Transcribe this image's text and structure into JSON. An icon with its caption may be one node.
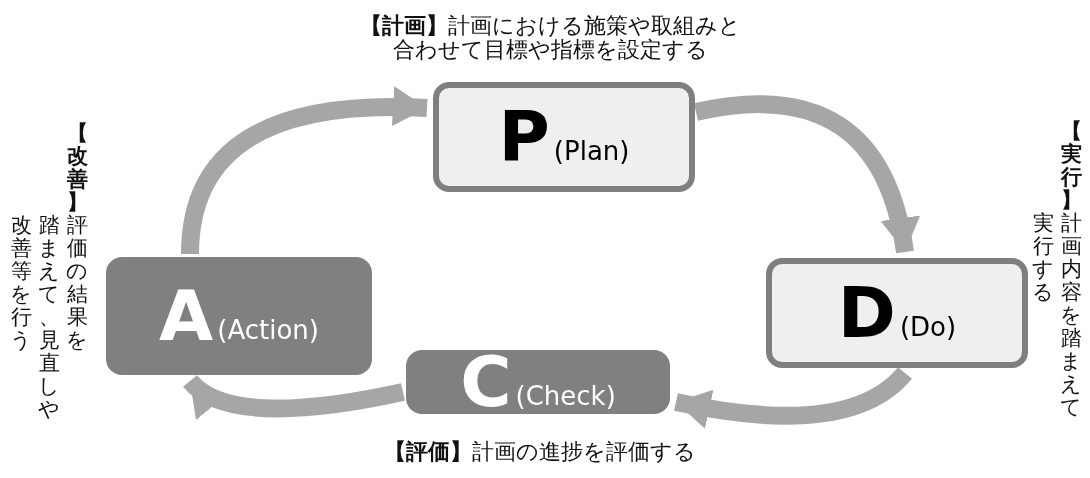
{
  "diagram": {
    "nodes": [
      {
        "text": [
          "P",
          "(Plan)"
        ],
        "beside": [
          "**【計画】**計画における施策や取組みと合わせて目標や指標を設定する"
        ]
      },
      {
        "text": [
          "D",
          "(Do)"
        ],
        "beside": [
          "**【実行】**計画内容を踏まえて",
          "実行する"
        ]
      },
      {
        "text": [
          "C",
          "(Check)"
        ],
        "beside": [
          "**【評価】**計画の進捗を評価する"
        ]
      },
      {
        "text": [
          "A",
          "(Action)"
        ],
        "beside": [
          "**【改善】**評価の結果を",
          "踏まえて、見直しや",
          "改善等を行う"
        ]
      }
    ],
    "edges": [
      {
        "from": 0,
        "to": 1,
        "arrow": "to"
      },
      {
        "from": 1,
        "to": 2,
        "arrow": "to"
      },
      {
        "from": 2,
        "to": 3,
        "arrow": "to"
      },
      {
        "from": 3,
        "to": 0,
        "arrow": "to"
      }
    ]
  }
}
